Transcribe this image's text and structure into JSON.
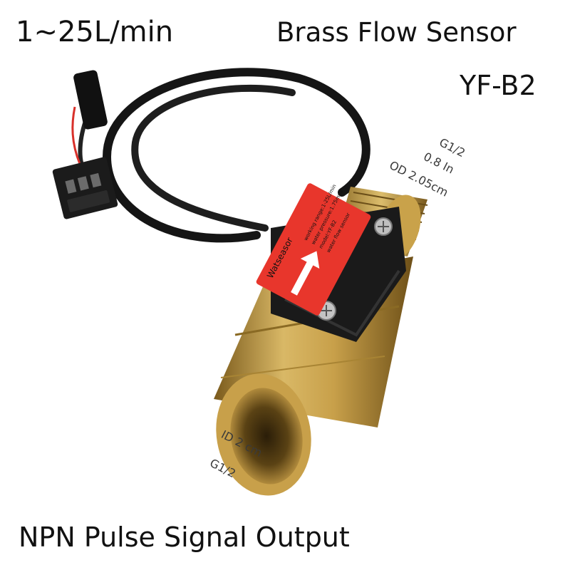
{
  "headline": {
    "flow_range": "1~25L/min",
    "product_name": "Brass Flow Sensor",
    "model": "YF-B2",
    "signal_output": "NPN Pulse Signal Output"
  },
  "outlet_specs": {
    "thread": "G1/2",
    "inch": "0.8 In",
    "outer_diameter": "OD 2.05cm"
  },
  "inlet_specs": {
    "inner_diameter": "ID 2 cm",
    "thread": "G1/2"
  },
  "label": {
    "brand": "Watseasor",
    "line1": "working range:1-25L/min",
    "line2": "water pressure:1.75mpa",
    "line3": "model:YF-B2",
    "line4": "water flow sensor"
  },
  "colors": {
    "brass": "#c9a24a",
    "brass_dark": "#8a6a24",
    "label_red": "#e8362c",
    "cable": "#151515",
    "housing": "#1a1a1a"
  }
}
